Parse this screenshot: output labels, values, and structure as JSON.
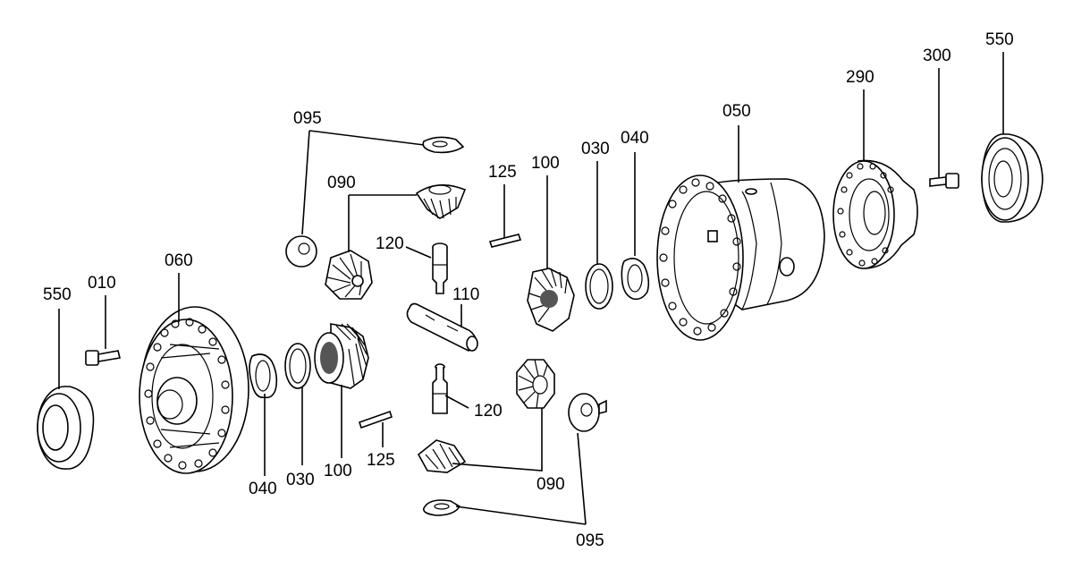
{
  "diagram": {
    "type": "exploded-parts-diagram",
    "labels": {
      "p550_left": "550",
      "p010": "010",
      "p060": "060",
      "p040_left": "040",
      "p030_left": "030",
      "p100_left": "100",
      "p125_bottom": "125",
      "p095_top": "095",
      "p090_top": "090",
      "p120_top": "120",
      "p110": "110",
      "p120_bottom": "120",
      "p090_bottom": "090",
      "p095_bottom": "095",
      "p125_top": "125",
      "p100_right": "100",
      "p030_right": "030",
      "p040_right": "040",
      "p050": "050",
      "p290": "290",
      "p300": "300",
      "p550_right": "550"
    }
  }
}
